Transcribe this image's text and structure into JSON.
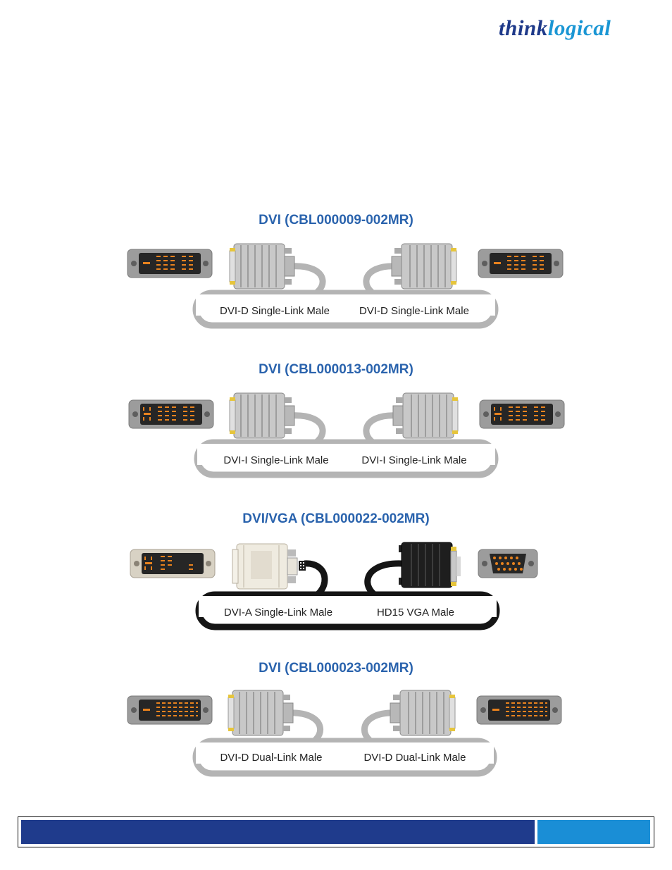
{
  "brand": {
    "logo_think": "think",
    "logo_logical": "logical"
  },
  "cables": [
    {
      "title": "DVI (CBL000009-002MR)",
      "left_label": "DVI-D Single-Link Male",
      "right_label": "DVI-D Single-Link Male",
      "variant": "dvi-d-single",
      "cable_color": "#b4b4b4"
    },
    {
      "title": "DVI (CBL000013-002MR)",
      "left_label": "DVI-I Single-Link Male",
      "right_label": "DVI-I Single-Link Male",
      "variant": "dvi-i-single",
      "cable_color": "#b4b4b4"
    },
    {
      "title": "DVI/VGA (CBL000022-002MR)",
      "left_label": "DVI-A Single-Link Male",
      "right_label": "HD15 VGA Male",
      "variant": "dvi-a-vga",
      "cable_color": "#151515"
    },
    {
      "title": "DVI (CBL000023-002MR)",
      "left_label": "DVI-D Dual-Link Male",
      "right_label": "DVI-D Dual-Link Male",
      "variant": "dvi-d-dual",
      "cable_color": "#b4b4b4"
    }
  ],
  "colors": {
    "title_blue": "#2a63ad",
    "footer_dark": "#1f3b8c",
    "footer_light": "#1a8ed6",
    "pin_orange": "#e8821e"
  }
}
